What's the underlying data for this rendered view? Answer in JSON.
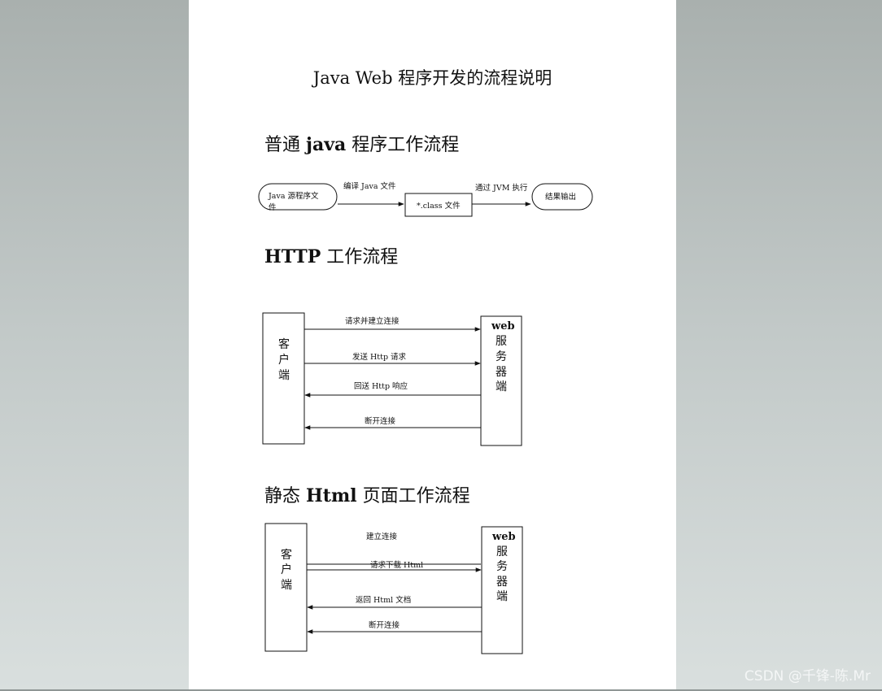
{
  "document": {
    "title": "Java Web 程序开发的流程说明",
    "sections": [
      {
        "label_a": "普通 ",
        "label_b": "java",
        "label_c": " 程序工作流程"
      },
      {
        "label_a": "",
        "label_b": "HTTP",
        "label_c": " 工作流程"
      },
      {
        "label_a": "静态 ",
        "label_b": "Html",
        "label_c": " 页面工作流程"
      }
    ]
  },
  "java_flow": {
    "source_line1": "Java 源程序文",
    "source_line2": "件",
    "compile": "编译 Java 文件",
    "class_file": "*.class  文件",
    "execute": "通过 JVM 执行",
    "output": "结果输出"
  },
  "http_flow": {
    "client_chars": [
      "客",
      "户",
      "端"
    ],
    "server_head": "web",
    "server_chars": [
      "服",
      "务",
      "器",
      "端"
    ],
    "messages": [
      "请求并建立连接",
      "发送 Http 请求",
      "回送 Http 响应",
      "断开连接"
    ]
  },
  "html_flow": {
    "client_chars": [
      "客",
      "户",
      "端"
    ],
    "server_head": "web",
    "server_chars": [
      "服",
      "务",
      "器",
      "端"
    ],
    "messages": [
      "建立连接",
      "请求下载 Html",
      "返回 Html 文档",
      "断开连接"
    ]
  },
  "watermark": "CSDN @千锋-陈.Mr"
}
